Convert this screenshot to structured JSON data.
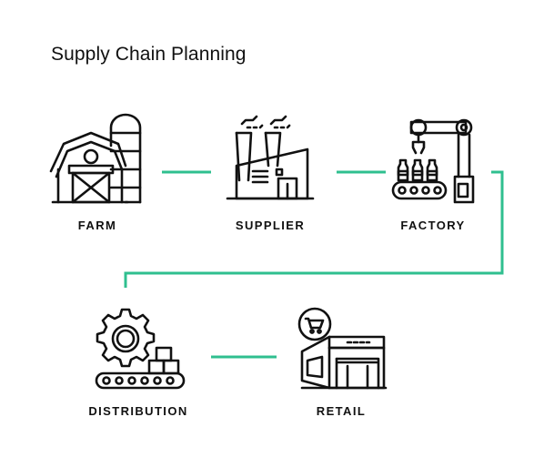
{
  "title": "Supply Chain Planning",
  "accent_color": "#2fbf8f",
  "stages": [
    {
      "label": "FARM",
      "icon": "barn-icon"
    },
    {
      "label": "SUPPLIER",
      "icon": "factory-building-icon"
    },
    {
      "label": "FACTORY",
      "icon": "robotic-arm-icon"
    },
    {
      "label": "DISTRIBUTION",
      "icon": "gear-conveyor-icon"
    },
    {
      "label": "RETAIL",
      "icon": "retail-store-icon"
    }
  ]
}
